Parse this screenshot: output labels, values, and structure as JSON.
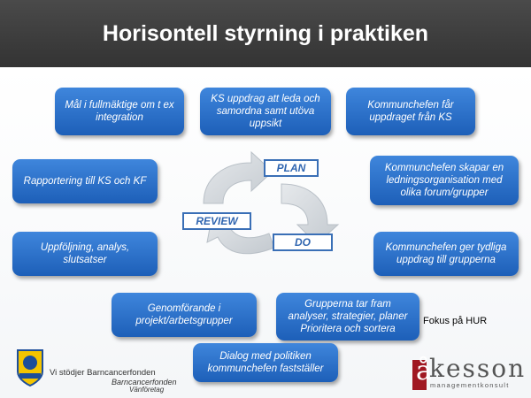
{
  "title": "Horisontell styrning i praktiken",
  "boxes": {
    "mal": "Mål i fullmäktige om t ex integration",
    "ks_uppdrag": "KS uppdrag att leda och samordna samt utöva uppsikt",
    "kc_uppdraget": "Kommunchefen får uppdraget från KS",
    "rapportering": "Rapportering till KS och KF",
    "kc_skapar": "Kommunchefen skapar en ledningsorganisation med olika forum/grupper",
    "uppfoljning": "Uppföljning, analys, slutsatser",
    "kc_ger": "Kommunchefen ger tydliga uppdrag till grupperna",
    "genomforande": "Genomförande i projekt/arbetsgrupper",
    "grupperna": "Grupperna tar fram analyser, strategier, planer Prioritera och sortera",
    "dialog": "Dialog med politiken kommunchefen fastställer"
  },
  "cycle": {
    "plan": "PLAN",
    "do": "DO",
    "review": "REVIEW"
  },
  "fokus": "Fokus på HUR",
  "footer": {
    "support": "Vi stödjer Barncancerfonden",
    "foundation": "Barncancerfonden",
    "foundation_sub": "Vänföretag"
  },
  "logo": {
    "initial": "å",
    "word": "kesson",
    "tagline": "managementkonsult"
  },
  "colors": {
    "header": "#3b3b3b",
    "box": "#2a6fc9",
    "arrow": "#d4d9de",
    "logo_red": "#a01822"
  }
}
